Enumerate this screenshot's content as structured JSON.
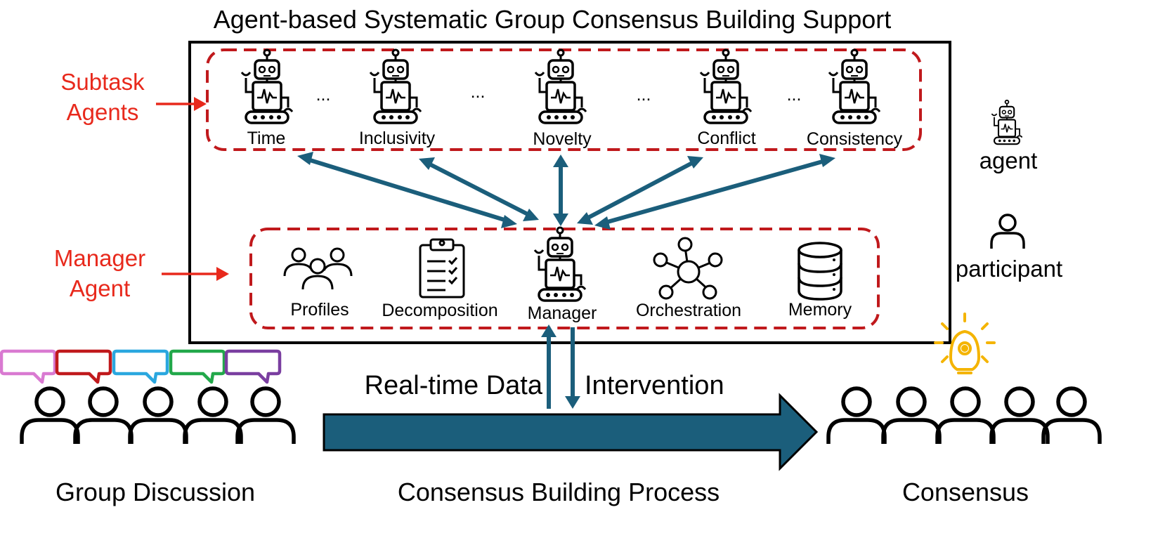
{
  "title": "Agent-based Systematic Group Consensus Building Support",
  "subtask_group": {
    "label_line1": "Subtask",
    "label_line2": "Agents",
    "agents": [
      "Time",
      "Inclusivity",
      "Novelty",
      "Conflict",
      "Consistency"
    ],
    "ellipsis": "..."
  },
  "manager_group": {
    "label_line1": "Manager",
    "label_line2": "Agent",
    "components": [
      "Profiles",
      "Decomposition",
      "Manager",
      "Orchestration",
      "Memory"
    ]
  },
  "flow": {
    "up_label": "Real-time Data",
    "down_label": "Intervention",
    "process_label": "Consensus Building Process"
  },
  "left": {
    "label": "Group Discussion",
    "bubble_colors": [
      "#d97ad1",
      "#c0191c",
      "#2aa7df",
      "#22a84a",
      "#7a3ea0"
    ]
  },
  "right": {
    "label": "Consensus",
    "bulb_color": "#f4b400"
  },
  "legend": {
    "agent_label": "agent",
    "participant_label": "participant"
  },
  "colors": {
    "arrow": "#1b5e7b",
    "dashed": "#c0191c",
    "side_label": "#e8291c"
  }
}
